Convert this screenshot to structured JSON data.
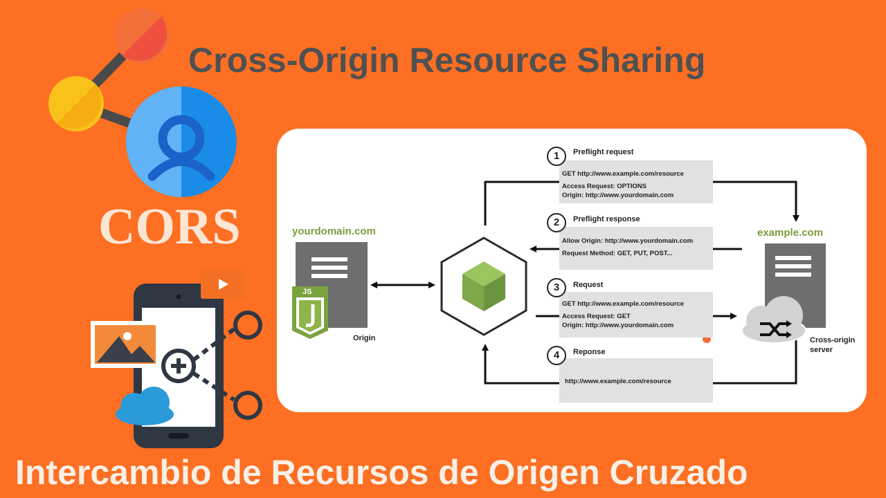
{
  "title": "Cross-Origin Resource Sharing",
  "logo_text": "CORS",
  "subtitle": "Intercambio de Recursos de Origen Cruzado",
  "diagram": {
    "origin_domain": "yourdomain.com",
    "origin_label": "Origin",
    "js_badge": "JS",
    "server_domain": "example.com",
    "server_label_line1": "Cross-origin",
    "server_label_line2": "server",
    "steps": [
      {
        "number": "1",
        "title": "Preflight request",
        "lines": [
          "GET http://www.example.com/resource",
          "Access Request: OPTIONS",
          "Origin: http://www.yourdomain.com"
        ]
      },
      {
        "number": "2",
        "title": "Preflight response",
        "lines": [
          "Allow Origin: http://www.yourdomain.com",
          "Request Method: GET, PUT, POST..."
        ]
      },
      {
        "number": "3",
        "title": "Request",
        "lines": [
          "GET http://www.example.com/resource",
          "Access Request: GET",
          "Origin: http://www.yourdomain.com"
        ]
      },
      {
        "number": "4",
        "title": "Reponse",
        "lines": [
          "http://www.example.com/resource"
        ]
      }
    ]
  },
  "colors": {
    "background": "#fd6f23",
    "title": "#4f5052",
    "domain_green": "#7c9c3c",
    "box_gray": "#e1e1e1",
    "server_gray": "#6e6e6e"
  }
}
